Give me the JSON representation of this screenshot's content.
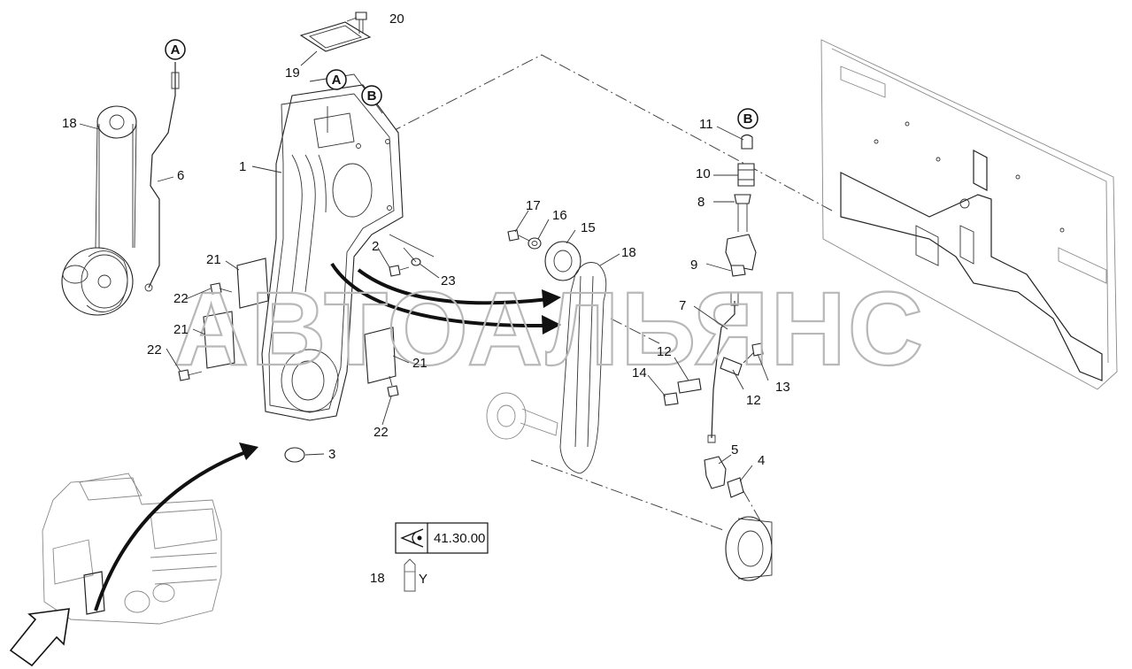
{
  "callouts": {
    "c1": "1",
    "c2": "2",
    "c3": "3",
    "c4": "4",
    "c5": "5",
    "c6": "6",
    "c7": "7",
    "c8": "8",
    "c9": "9",
    "c10": "10",
    "c11": "11",
    "c12a": "12",
    "c12b": "12",
    "c13": "13",
    "c14": "14",
    "c15": "15",
    "c16": "16",
    "c17": "17",
    "c18a": "18",
    "c18b": "18",
    "c18c": "18",
    "c19": "19",
    "c20": "20",
    "c21a": "21",
    "c21b": "21",
    "c21c": "21",
    "c22a": "22",
    "c22b": "22",
    "c22c": "22",
    "c23": "23"
  },
  "connectors": {
    "a_top": "A",
    "a_housing": "A",
    "b_housing": "B",
    "b_right": "B"
  },
  "reference_box": {
    "text": "41.30.00",
    "icon": "eye-view-icon"
  },
  "lubricant": {
    "label": "Y",
    "icon": "grease-tube-icon"
  },
  "watermark": "АВТОАЛЬЯНС",
  "colors": {
    "line": "#222222",
    "watermark": "#b8b8b8",
    "background": "#ffffff"
  }
}
